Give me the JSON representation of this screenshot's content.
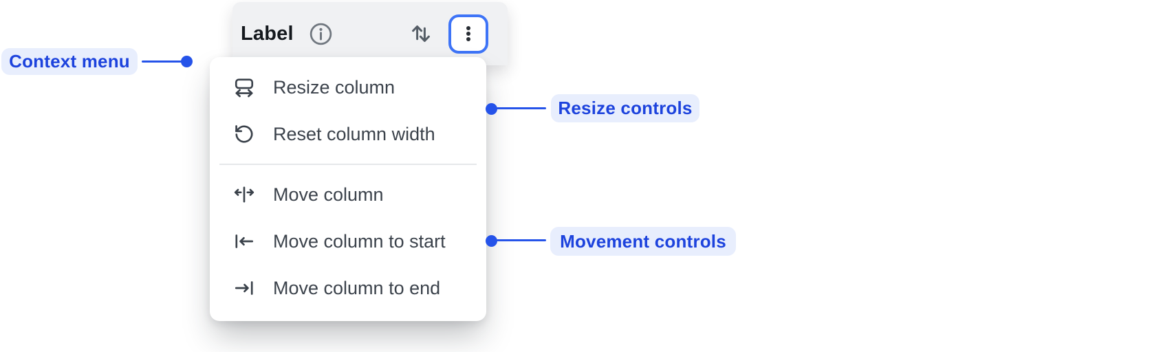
{
  "header": {
    "column_label": "Label"
  },
  "context_menu": {
    "items": {
      "resize": {
        "icon": "resize-column-icon",
        "label": "Resize column"
      },
      "reset": {
        "icon": "reset-column-width-icon",
        "label": "Reset column width"
      },
      "move": {
        "icon": "move-column-icon",
        "label": "Move column"
      },
      "move_start": {
        "icon": "move-column-to-start-icon",
        "label": "Move column to start"
      },
      "move_end": {
        "icon": "move-column-to-end-icon",
        "label": "Move column to end"
      }
    }
  },
  "annotations": {
    "context_menu": "Context menu",
    "resize_controls": "Resize controls",
    "movement_controls": "Movement controls"
  },
  "icons": {
    "info": "info-icon",
    "sort": "sort-vertical-icon",
    "kebab": "kebab-menu-icon"
  },
  "colors": {
    "annotation_accent": "#2553e9",
    "annotation_pill_bg": "#e8eefd",
    "annotation_text": "#1d43dd",
    "focus_ring": "#3e74f7",
    "header_bg": "#f0f1f3",
    "menu_bg": "#ffffff",
    "menu_text": "#3b424b",
    "icon_gray": "#555d66"
  }
}
